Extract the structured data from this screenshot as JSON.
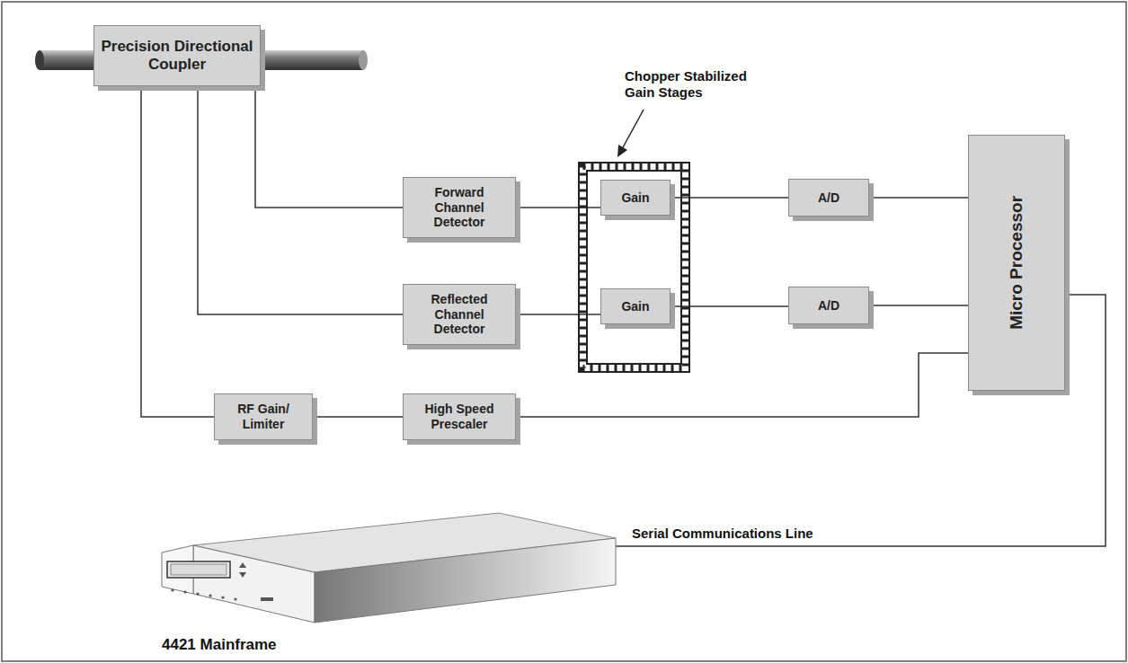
{
  "diagram": {
    "nodes": [
      {
        "text": [
          "Precision Directional Coupler"
        ]
      },
      {
        "text": [
          "Forward Channel Detector"
        ]
      },
      {
        "text": [
          "Reflected Channel Detector"
        ]
      },
      {
        "text": [
          "Chopper Stabilized Gain Stages"
        ]
      },
      {
        "text": [
          "Gain"
        ],
        "in": 3
      },
      {
        "text": [
          "Gain"
        ],
        "in": 3
      },
      {
        "text": [
          "A/D"
        ]
      },
      {
        "text": [
          "A/D"
        ]
      },
      {
        "text": [
          "Micro Processor"
        ]
      },
      {
        "text": [
          "RF Gain/ Limiter"
        ]
      },
      {
        "text": [
          "High Speed Prescaler"
        ]
      },
      {
        "text": [
          "4421 Mainframe"
        ]
      }
    ],
    "edges": [
      {
        "from": 0,
        "to": 1,
        "arrow": "none"
      },
      {
        "from": 0,
        "to": 2,
        "arrow": "none"
      },
      {
        "from": 0,
        "to": 9,
        "arrow": "none"
      },
      {
        "from": 1,
        "to": 4,
        "arrow": "none"
      },
      {
        "from": 2,
        "to": 5,
        "arrow": "none"
      },
      {
        "from": 4,
        "to": 6,
        "arrow": "none"
      },
      {
        "from": 5,
        "to": 7,
        "arrow": "none"
      },
      {
        "from": 6,
        "to": 8,
        "arrow": "none"
      },
      {
        "from": 7,
        "to": 8,
        "arrow": "none"
      },
      {
        "from": 9,
        "to": 10,
        "arrow": "none"
      },
      {
        "from": 10,
        "to": 8,
        "arrow": "none"
      },
      {
        "from": 8,
        "to": 11,
        "label": "Serial Communications Line",
        "arrow": "none"
      }
    ]
  }
}
